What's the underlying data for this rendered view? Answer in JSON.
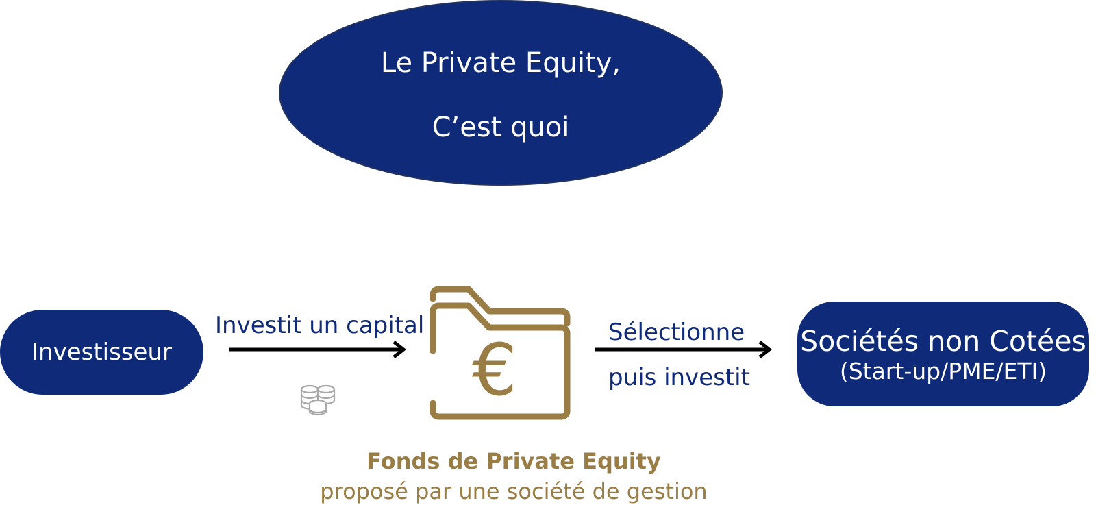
{
  "title": {
    "line1": "Le Private Equity,",
    "line2": "C’est quoi"
  },
  "investor": {
    "label": "Investisseur"
  },
  "flow_invest": {
    "label": "Investit un capital"
  },
  "flow_select": {
    "line1": "Sélectionne",
    "line2": "puis investit"
  },
  "fund": {
    "title": "Fonds de Private Equity",
    "subtitle": "proposé par une société de gestion",
    "symbol": "€"
  },
  "companies": {
    "label": "Sociétés non Cotées",
    "sublabel": "(Start-up/PME/ETI)"
  },
  "icons": {
    "coins": "coins-icon",
    "folder": "euro-folder-icon"
  },
  "colors": {
    "navy": "#0e2a78",
    "gold": "#9a7d45",
    "grey": "#a8a8a8",
    "arrow": "#000000"
  }
}
